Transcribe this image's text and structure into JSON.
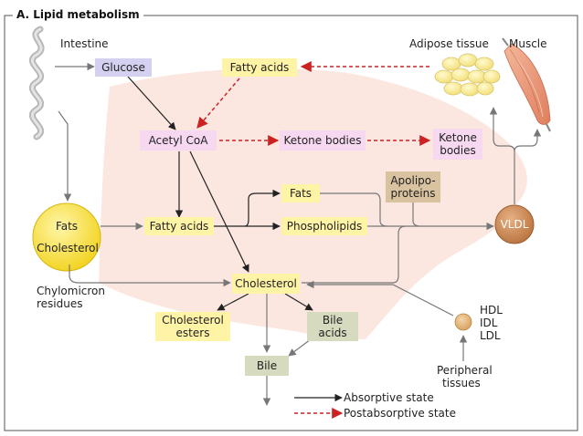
{
  "title": "A. Lipid metabolism",
  "labels": {
    "intestine": "Intestine",
    "adipose": "Adipose tissue",
    "muscle": "Muscle",
    "chylomicron": "Chylomicron",
    "residues": "residues",
    "hdl": "HDL",
    "idl": "IDL",
    "ldl": "LDL",
    "peripheral": "Peripheral",
    "tissues": "tissues"
  },
  "nodes": {
    "glucose": "Glucose",
    "fatty_acids_top": "Fatty acids",
    "acetyl_coa": "Acetyl CoA",
    "ketone_bodies_liver": "Ketone bodies",
    "ketone_bodies_out_1": "Ketone",
    "ketone_bodies_out_2": "bodies",
    "fats": "Fats",
    "apolipo_1": "Apolipo-",
    "apolipo_2": "proteins",
    "fatty_acids_mid": "Fatty acids",
    "phospholipids": "Phospholipids",
    "vldl": "VLDL",
    "chylo_fats": "Fats",
    "chylo_chol": "Cholesterol",
    "cholesterol": "Cholesterol",
    "chol_esters_1": "Cholesterol",
    "chol_esters_2": "esters",
    "bile_acids_1": "Bile",
    "bile_acids_2": "acids",
    "bile": "Bile"
  },
  "legend": {
    "absorptive": "Absorptive state",
    "postabsorptive": "Postabsorptive state"
  },
  "colors": {
    "liver": "#fbe3da",
    "yellow_box": "#fff3a6",
    "lilac_box": "#d4d0ef",
    "pink_box": "#f6d9f0",
    "olive_box": "#d6dabe",
    "tan_box": "#d9c29f",
    "chylomicron": "#f7dd33",
    "vldl": "#c98a55",
    "red_arrow": "#cc2222",
    "arrow": "#222222",
    "gray_arrow": "#777777"
  }
}
